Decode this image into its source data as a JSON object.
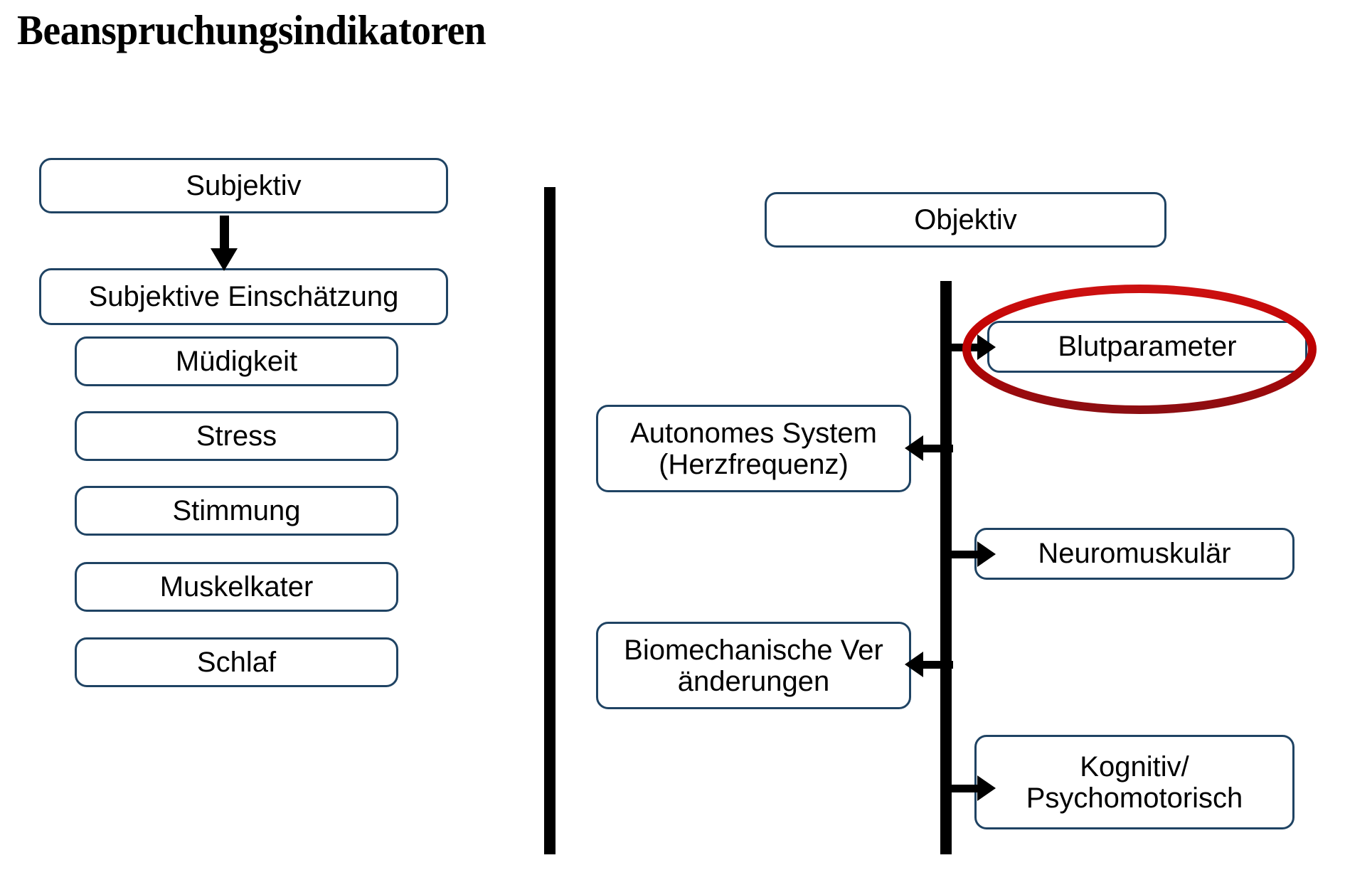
{
  "slide": {
    "title": "Beanspruchungsindikatoren",
    "background_color": "#FFFFFF",
    "box_border_color": "#1F4363",
    "divider_color": "#000000",
    "highlight_color": "#C00000"
  },
  "left_column": {
    "header": {
      "label": "Subjektiv"
    },
    "sub_header": {
      "label": "Subjektive Einschätzung"
    },
    "items": [
      {
        "label": "Müdigkeit"
      },
      {
        "label": "Stress"
      },
      {
        "label": "Stimmung"
      },
      {
        "label": "Muskelkater"
      },
      {
        "label": "Schlaf"
      }
    ]
  },
  "right_column": {
    "header": {
      "label": "Objektiv"
    },
    "right_of_bar": [
      {
        "label": "Blutparameter",
        "highlighted": true
      },
      {
        "label": "Neuromuskulär",
        "highlighted": false
      },
      {
        "label_line1": "Kognitiv/",
        "label_line2": "Psychomotorisch",
        "highlighted": false
      }
    ],
    "left_of_bar": [
      {
        "label_line1": "Autonomes System",
        "label_line2": "(Herzfrequenz)"
      },
      {
        "label_line1": "Biomechanische Ver",
        "label_line2": "änderungen"
      }
    ]
  }
}
